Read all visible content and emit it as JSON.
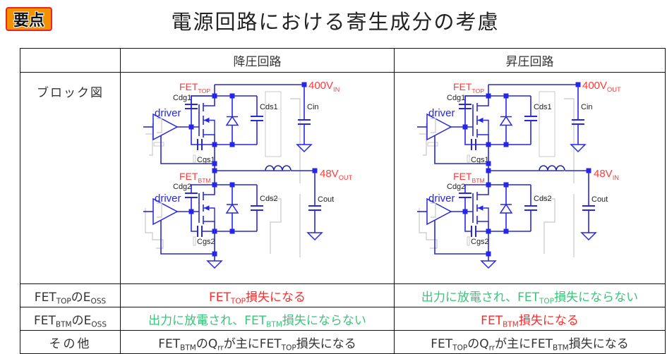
{
  "badge": {
    "label": "要点"
  },
  "title": "電源回路における寄生成分の考慮",
  "table": {
    "headers": [
      "",
      "降圧回路",
      "昇圧回路"
    ],
    "block_diagram_label": "ブロック図",
    "circuits": [
      {
        "name": "buck",
        "driver_label": "driver",
        "fet_top": {
          "main": "FET",
          "sub": "TOP"
        },
        "fet_btm": {
          "main": "FET",
          "sub": "BTM"
        },
        "cdg1": "Cdg1",
        "cgs1": "Cgs1",
        "cds1": "Cds1",
        "cdg2": "Cdg2",
        "cgs2": "Cgs2",
        "cds2": "Cds2",
        "cap_high": "Cin",
        "cap_low": "Cout",
        "rail_high": {
          "main": "400V",
          "sub": "IN"
        },
        "rail_low": {
          "main": "48V",
          "sub": "OUT"
        }
      },
      {
        "name": "boost",
        "driver_label": "driver",
        "fet_top": {
          "main": "FET",
          "sub": "TOP"
        },
        "fet_btm": {
          "main": "FET",
          "sub": "BTM"
        },
        "cdg1": "Cdg1",
        "cgs1": "Cgs1",
        "cds1": "Cds1",
        "cdg2": "Cdg2",
        "cgs2": "Cgs2",
        "cds2": "Cds2",
        "cap_high": "Cin",
        "cap_low": "Cout",
        "rail_high": {
          "main": "400V",
          "sub": "OUT"
        },
        "rail_low": {
          "main": "48V",
          "sub": "IN"
        }
      }
    ],
    "rows": [
      {
        "label": {
          "a": "FET",
          "a_sub": "TOP",
          "b": "のE",
          "b_sub": "OSS"
        },
        "buck": {
          "color": "red",
          "parts": [
            [
              "FET",
              "TOP",
              "損失になる"
            ]
          ]
        },
        "boost": {
          "color": "green",
          "parts": [
            [
              "出力に放電され、FET",
              "TOP",
              "損失にならない"
            ]
          ]
        }
      },
      {
        "label": {
          "a": "FET",
          "a_sub": "BTM",
          "b": "のE",
          "b_sub": "OSS"
        },
        "buck": {
          "color": "green",
          "parts": [
            [
              "出力に放電され、FET",
              "BTM",
              "損失にならない"
            ]
          ]
        },
        "boost": {
          "color": "red",
          "parts": [
            [
              "FET",
              "BTM",
              "損失になる"
            ]
          ]
        }
      },
      {
        "label_text": "その他",
        "buck": {
          "color": "default",
          "parts": [
            [
              "FET",
              "BTM",
              "のQ"
            ],
            [
              "",
              "rr",
              "が主にFET"
            ],
            [
              "",
              "TOP",
              "損失になる"
            ]
          ]
        },
        "boost": {
          "color": "default",
          "parts": [
            [
              "FET",
              "TOP",
              "のQ"
            ],
            [
              "",
              "rr",
              "が主にFET"
            ],
            [
              "",
              "BTM",
              "損失になる"
            ]
          ]
        }
      }
    ]
  },
  "colors": {
    "badge_fill": "#f39200",
    "badge_border": "#e8262a",
    "circuit_wire": "#2626e6",
    "circuit_label": "#ff3b3b",
    "loss_text": "#ff2a2a",
    "no_loss_text": "#3cc47a"
  }
}
